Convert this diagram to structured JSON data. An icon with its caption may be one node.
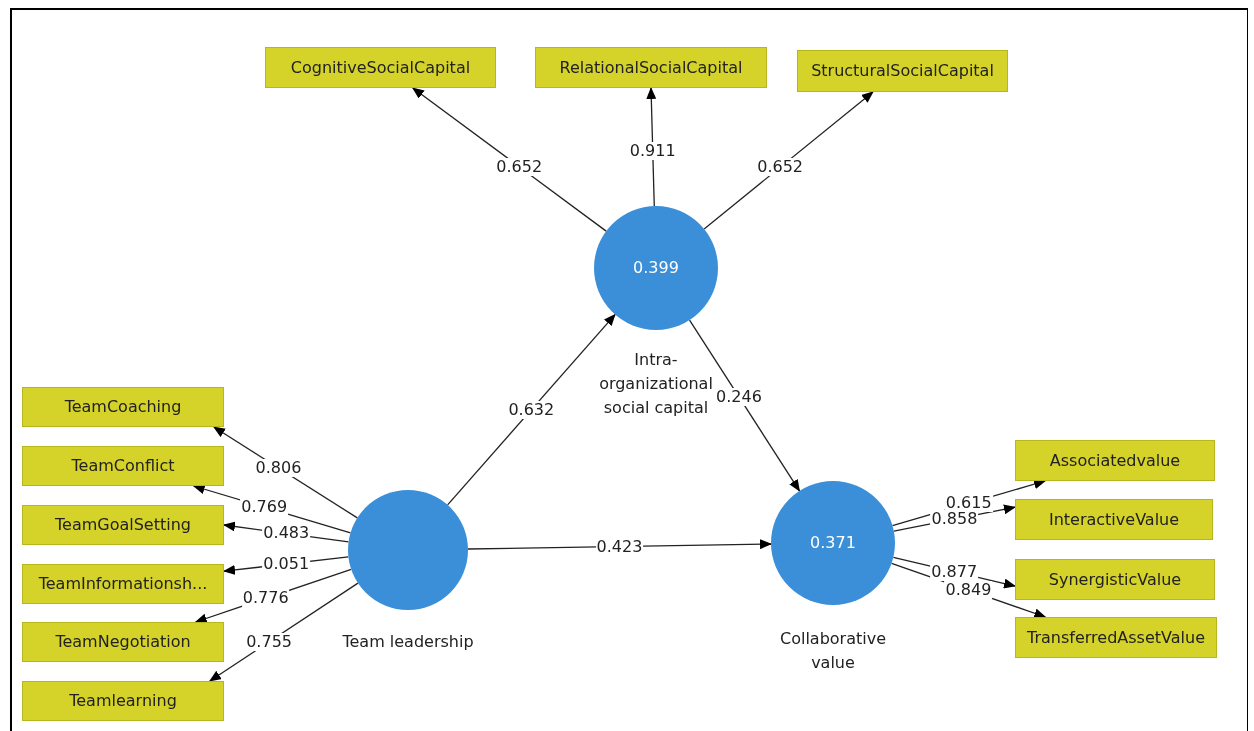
{
  "diagram": {
    "nodes": [
      {
        "text": [
          "CognitiveSocialCapital"
        ]
      },
      {
        "text": [
          "RelationalSocialCapital"
        ]
      },
      {
        "text": [
          "StructuralSocialCapital"
        ]
      },
      {
        "text": [
          "0.399"
        ],
        "beside": [
          "Intra-organizational social capital"
        ]
      },
      {
        "text": [
          "TeamCoaching"
        ]
      },
      {
        "text": [
          "TeamConflict"
        ]
      },
      {
        "text": [
          "TeamGoalSetting"
        ]
      },
      {
        "text": [
          "TeamInformationsh..."
        ]
      },
      {
        "text": [
          "TeamNegotiation"
        ]
      },
      {
        "text": [
          "Teamlearning"
        ]
      },
      {
        "text": [],
        "shape": "circle",
        "beside": [
          "Team leadership"
        ]
      },
      {
        "text": [
          "0.371"
        ],
        "beside": [
          "Collaborative value"
        ]
      },
      {
        "text": [
          "Associatedvalue"
        ]
      },
      {
        "text": [
          "InteractiveValue"
        ]
      },
      {
        "text": [
          "SynergisticValue"
        ]
      },
      {
        "text": [
          "TransferredAssetValue"
        ]
      }
    ],
    "edges": [
      {
        "from": 3,
        "to": 0,
        "arrow": "to",
        "label": "0.652"
      },
      {
        "from": 3,
        "to": 1,
        "arrow": "to",
        "label": "0.911"
      },
      {
        "from": 3,
        "to": 2,
        "arrow": "to",
        "label": "0.652"
      },
      {
        "from": 10,
        "to": 4,
        "arrow": "to",
        "label": "0.806"
      },
      {
        "from": 10,
        "to": 5,
        "arrow": "to",
        "label": "0.769"
      },
      {
        "from": 10,
        "to": 6,
        "arrow": "to",
        "label": "0.483"
      },
      {
        "from": 10,
        "to": 7,
        "arrow": "to",
        "label": "0.051"
      },
      {
        "from": 10,
        "to": 8,
        "arrow": "to",
        "label": "0.776"
      },
      {
        "from": 10,
        "to": 9,
        "arrow": "to",
        "label": "0.755"
      },
      {
        "from": 10,
        "to": 3,
        "arrow": "to",
        "label": "0.632"
      },
      {
        "from": 10,
        "to": 11,
        "arrow": "to",
        "label": "0.423"
      },
      {
        "from": 3,
        "to": 11,
        "arrow": "to",
        "label": "0.246"
      },
      {
        "from": 11,
        "to": 12,
        "arrow": "to",
        "label": "0.615"
      },
      {
        "from": 11,
        "to": 13,
        "arrow": "to",
        "label": "0.858"
      },
      {
        "from": 11,
        "to": 14,
        "arrow": "to",
        "label": "0.877"
      },
      {
        "from": 11,
        "to": 15,
        "arrow": "to",
        "label": "0.849"
      }
    ]
  }
}
